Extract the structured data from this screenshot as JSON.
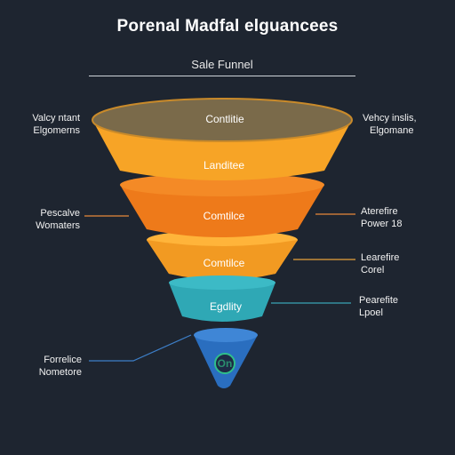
{
  "header": {
    "title": "Porenal Madfal elguancees",
    "subtitle": "Sale Funnel"
  },
  "colors": {
    "background": "#1e2530",
    "stage_top_rim": "#7a6a4a",
    "orange_light": "#f7a426",
    "orange_dark": "#f0791a",
    "teal": "#2fa8b5",
    "blue": "#2a6ebf",
    "connector_orange": "#e8893a",
    "connector_blue": "#3d7fc8"
  },
  "stages": [
    {
      "label": "Contlitie"
    },
    {
      "label": "Landitee"
    },
    {
      "label": "Comtilce"
    },
    {
      "label": "Comtilce"
    },
    {
      "label": "Egdlity"
    },
    {
      "label": "On"
    }
  ],
  "side_labels": {
    "left": [
      {
        "lines": [
          "Valcy ntant",
          "Elgomerns"
        ]
      },
      {
        "lines": [
          "Pescalve",
          "Womaters"
        ]
      },
      {
        "lines": [
          "Forrelice",
          "Nometore"
        ]
      }
    ],
    "right": [
      {
        "lines": [
          "Vehcy inslis,",
          "Elgomane"
        ]
      },
      {
        "lines": [
          "Aterefire",
          "Power 18"
        ]
      },
      {
        "lines": [
          "Learefire",
          "Corel"
        ]
      },
      {
        "lines": [
          "Pearefite",
          "Lpoel"
        ]
      }
    ]
  },
  "icons": [
    "target-circle-icon"
  ]
}
